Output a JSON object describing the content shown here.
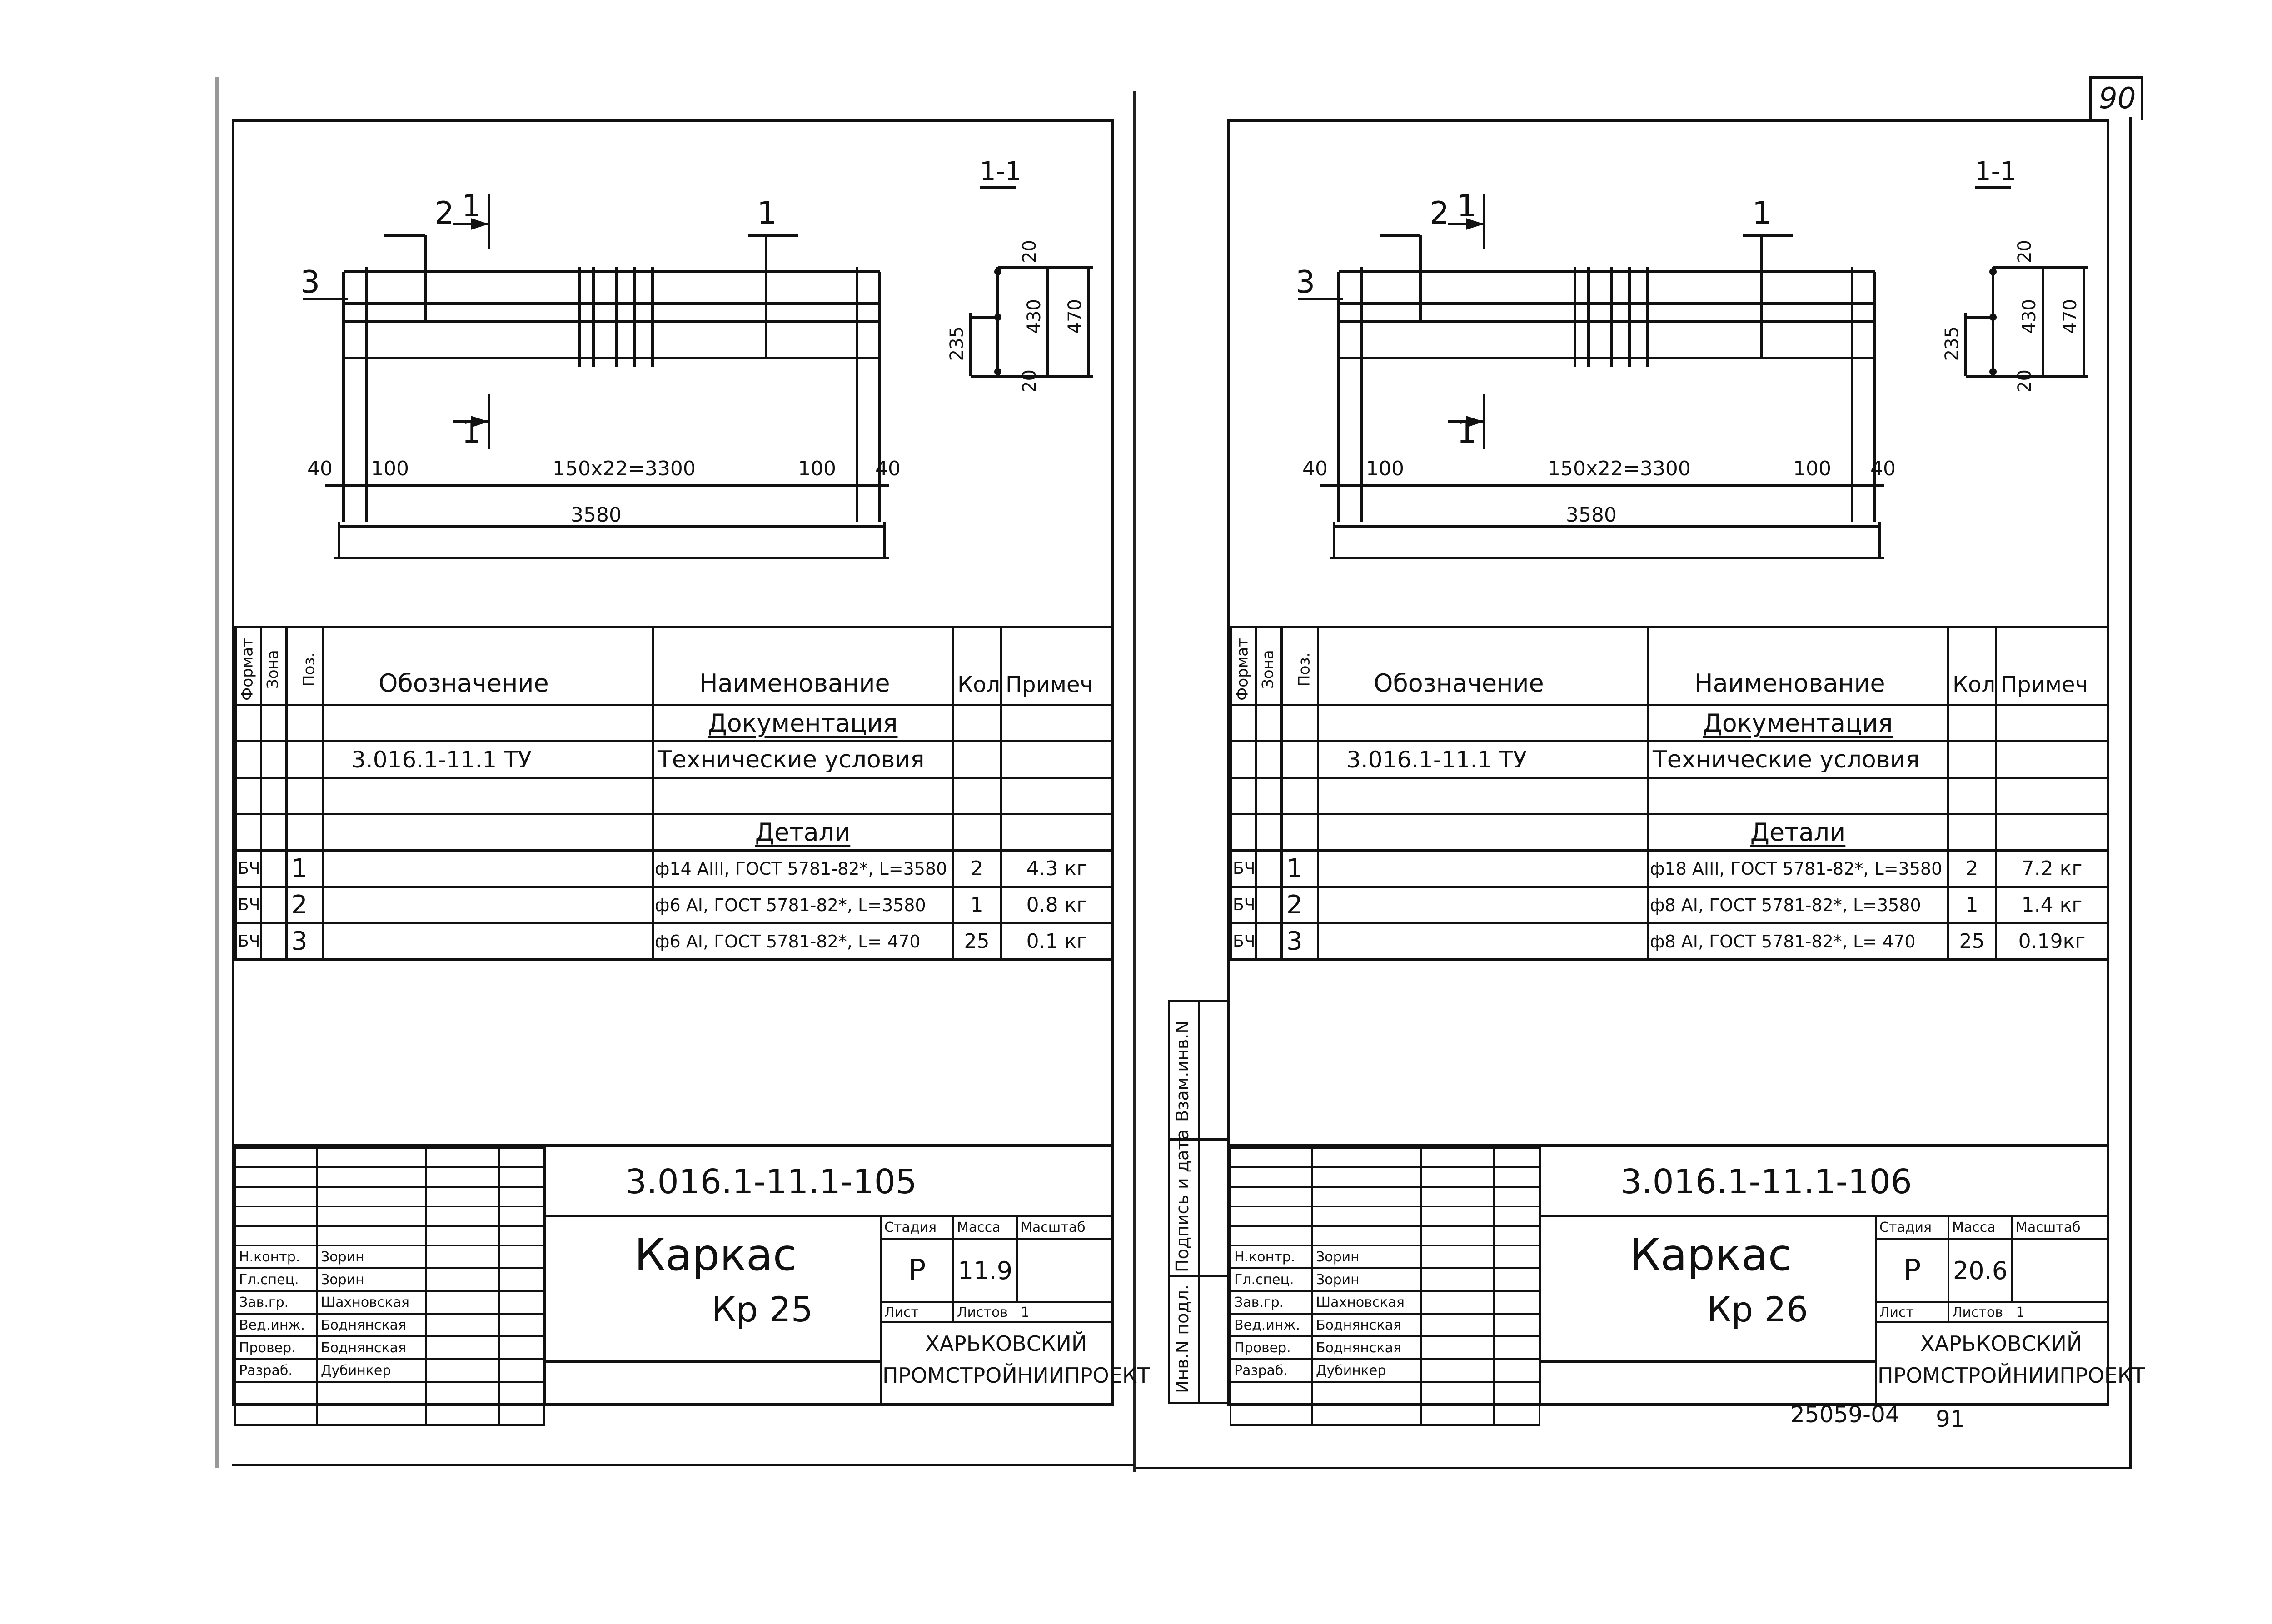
{
  "page_number": "90",
  "footer_code": "25059-04",
  "footer_page": "91",
  "side_strip": {
    "text1": "Инв.N подл.",
    "text2": "Подпись и дата",
    "text3": "Взам.инв.N"
  },
  "sheets": [
    {
      "drawing": {
        "section_label": "1-1",
        "pos_labels": {
          "p1": "1",
          "p2": "2",
          "p3": "3",
          "cut": "1"
        },
        "dims": {
          "left_end": "40",
          "left_off": "100",
          "middle": "150x22=3300",
          "right_off": "100",
          "right_end": "40",
          "total": "3580"
        },
        "section_dims": {
          "top": "20",
          "inner": "430",
          "outer": "470",
          "side": "235",
          "bottom": "20"
        }
      },
      "spec": {
        "headers": {
          "format": "Формат",
          "zone": "Зона",
          "pos": "Поз.",
          "designation": "Обозначение",
          "name": "Наименование",
          "qty": "Кол",
          "note": "Примеч"
        },
        "section_docs": "Документация",
        "doc_designation": "3.016.1-11.1 ТУ",
        "doc_name": "Технические условия",
        "section_parts": "Детали",
        "rows": [
          {
            "format": "БЧ",
            "pos": "1",
            "name": "ф14 AIII, ГОСТ 5781-82*, L=3580",
            "qty": "2",
            "note": "4.3 кг"
          },
          {
            "format": "БЧ",
            "pos": "2",
            "name": "ф6 AI, ГОСТ 5781-82*, L=3580",
            "qty": "1",
            "note": "0.8 кг"
          },
          {
            "format": "БЧ",
            "pos": "3",
            "name": "ф6 AI, ГОСТ 5781-82*, L= 470",
            "qty": "25",
            "note": "0.1 кг"
          }
        ]
      },
      "stamp": {
        "doc_code": "3.016.1-11.1-105",
        "title": "Каркас",
        "subtitle": "Кр 25",
        "stage_label": "Стадия",
        "mass_label": "Масса",
        "scale_label": "Масштаб",
        "stage": "Р",
        "mass": "11.9",
        "scale": "",
        "sheet_label": "Лист",
        "sheets_label": "Листов",
        "sheets_count": "1",
        "org_line1": "ХАРЬКОВСКИЙ",
        "org_line2": "ПРОМСТРОЙНИИПРОЕКТ",
        "roles": [
          {
            "role": "Н.контр.",
            "name": "Зорин"
          },
          {
            "role": "Гл.спец.",
            "name": "Зорин"
          },
          {
            "role": "Зав.гр.",
            "name": "Шахновская"
          },
          {
            "role": "Вед.инж.",
            "name": "Боднянская"
          },
          {
            "role": "Провер.",
            "name": "Боднянская"
          },
          {
            "role": "Разраб.",
            "name": "Дубинкер"
          }
        ]
      }
    },
    {
      "drawing": {
        "section_label": "1-1",
        "pos_labels": {
          "p1": "1",
          "p2": "2",
          "p3": "3",
          "cut": "1"
        },
        "dims": {
          "left_end": "40",
          "left_off": "100",
          "middle": "150x22=3300",
          "right_off": "100",
          "right_end": "40",
          "total": "3580"
        },
        "section_dims": {
          "top": "20",
          "inner": "430",
          "outer": "470",
          "side": "235",
          "bottom": "20"
        }
      },
      "spec": {
        "headers": {
          "format": "Формат",
          "zone": "Зона",
          "pos": "Поз.",
          "designation": "Обозначение",
          "name": "Наименование",
          "qty": "Кол",
          "note": "Примеч"
        },
        "section_docs": "Документация",
        "doc_designation": "3.016.1-11.1 ТУ",
        "doc_name": "Технические условия",
        "section_parts": "Детали",
        "rows": [
          {
            "format": "БЧ",
            "pos": "1",
            "name": "ф18 AIII, ГОСТ 5781-82*, L=3580",
            "qty": "2",
            "note": "7.2 кг"
          },
          {
            "format": "БЧ",
            "pos": "2",
            "name": "ф8 AI, ГОСТ 5781-82*, L=3580",
            "qty": "1",
            "note": "1.4 кг"
          },
          {
            "format": "БЧ",
            "pos": "3",
            "name": "ф8 AI, ГОСТ 5781-82*, L= 470",
            "qty": "25",
            "note": "0.19кг"
          }
        ]
      },
      "stamp": {
        "doc_code": "3.016.1-11.1-106",
        "title": "Каркас",
        "subtitle": "Кр 26",
        "stage_label": "Стадия",
        "mass_label": "Масса",
        "scale_label": "Масштаб",
        "stage": "Р",
        "mass": "20.6",
        "scale": "",
        "sheet_label": "Лист",
        "sheets_label": "Листов",
        "sheets_count": "1",
        "org_line1": "ХАРЬКОВСКИЙ",
        "org_line2": "ПРОМСТРОЙНИИПРОЕКТ",
        "roles": [
          {
            "role": "Н.контр.",
            "name": "Зорин"
          },
          {
            "role": "Гл.спец.",
            "name": "Зорин"
          },
          {
            "role": "Зав.гр.",
            "name": "Шахновская"
          },
          {
            "role": "Вед.инж.",
            "name": "Боднянская"
          },
          {
            "role": "Провер.",
            "name": "Боднянская"
          },
          {
            "role": "Разраб.",
            "name": "Дубинкер"
          }
        ]
      }
    }
  ]
}
